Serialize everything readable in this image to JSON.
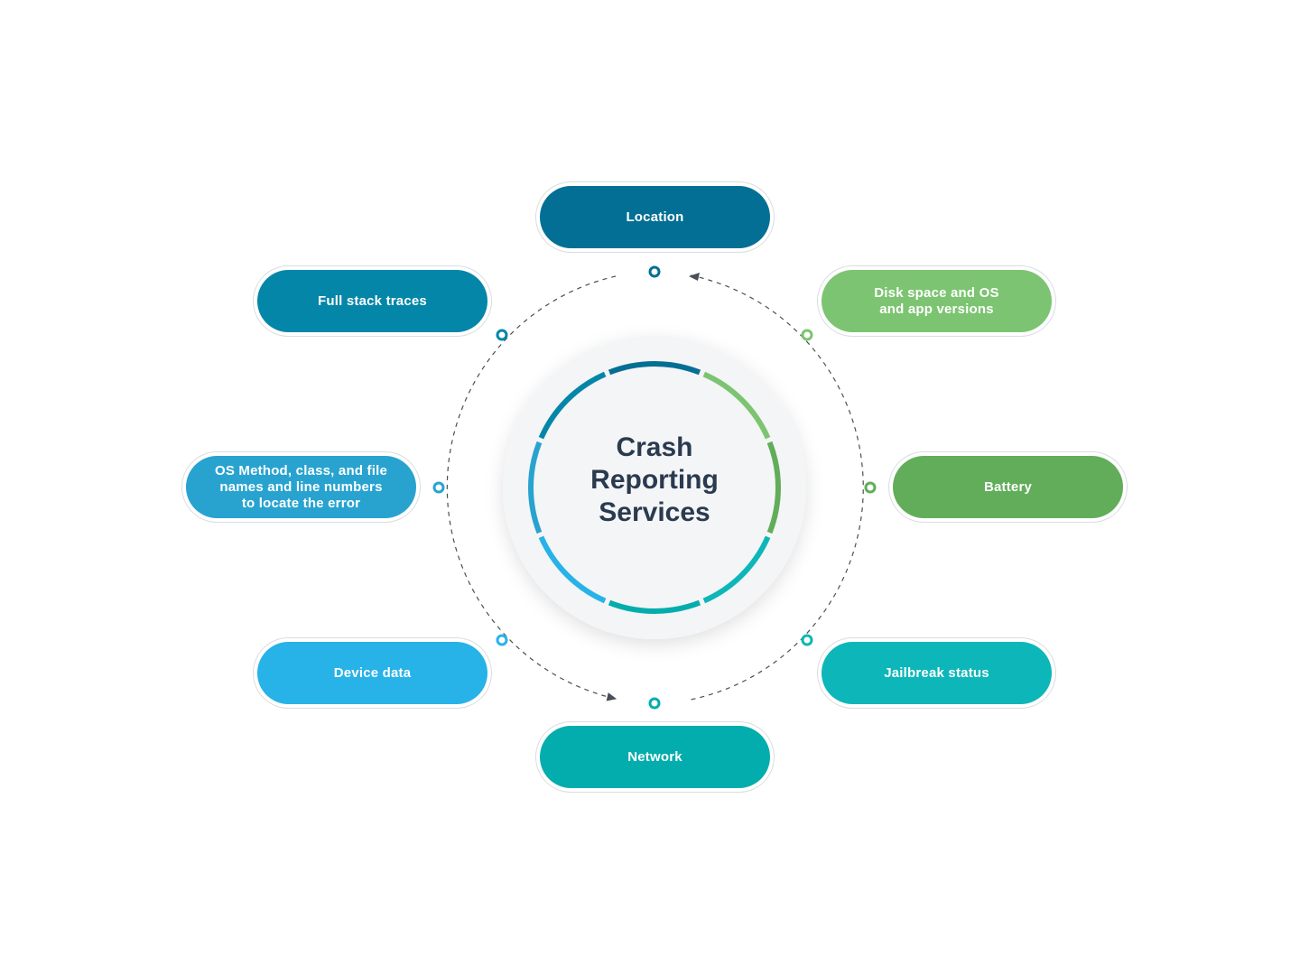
{
  "center": {
    "title": "Crash\nReporting\nServices"
  },
  "nodes": [
    {
      "id": "location",
      "label": "Location",
      "color": "#046f94"
    },
    {
      "id": "disk",
      "label": "Disk space and OS\nand app versions",
      "color": "#7cc471"
    },
    {
      "id": "battery",
      "label": "Battery",
      "color": "#62ad5a"
    },
    {
      "id": "jailbreak",
      "label": "Jailbreak status",
      "color": "#0db6b9"
    },
    {
      "id": "network",
      "label": "Network",
      "color": "#03adad"
    },
    {
      "id": "device",
      "label": "Device data",
      "color": "#27b2e8"
    },
    {
      "id": "os-method",
      "label": "OS Method, class, and file\nnames and line numbers\nto locate the error",
      "color": "#28a3d0"
    },
    {
      "id": "stack",
      "label": "Full stack traces",
      "color": "#0486a8"
    }
  ],
  "colors": {
    "ring_dark": "#046f94",
    "ring_green_light": "#7cc471",
    "ring_green": "#62ad5a",
    "ring_teal": "#0db6b9",
    "ring_teal_dark": "#03adad",
    "ring_blue_light": "#27b2e8",
    "ring_blue": "#28a3d0",
    "ring_blue_dark": "#0486a8",
    "dashed_line": "#4a4f57",
    "title_text": "#2a3a4f"
  }
}
